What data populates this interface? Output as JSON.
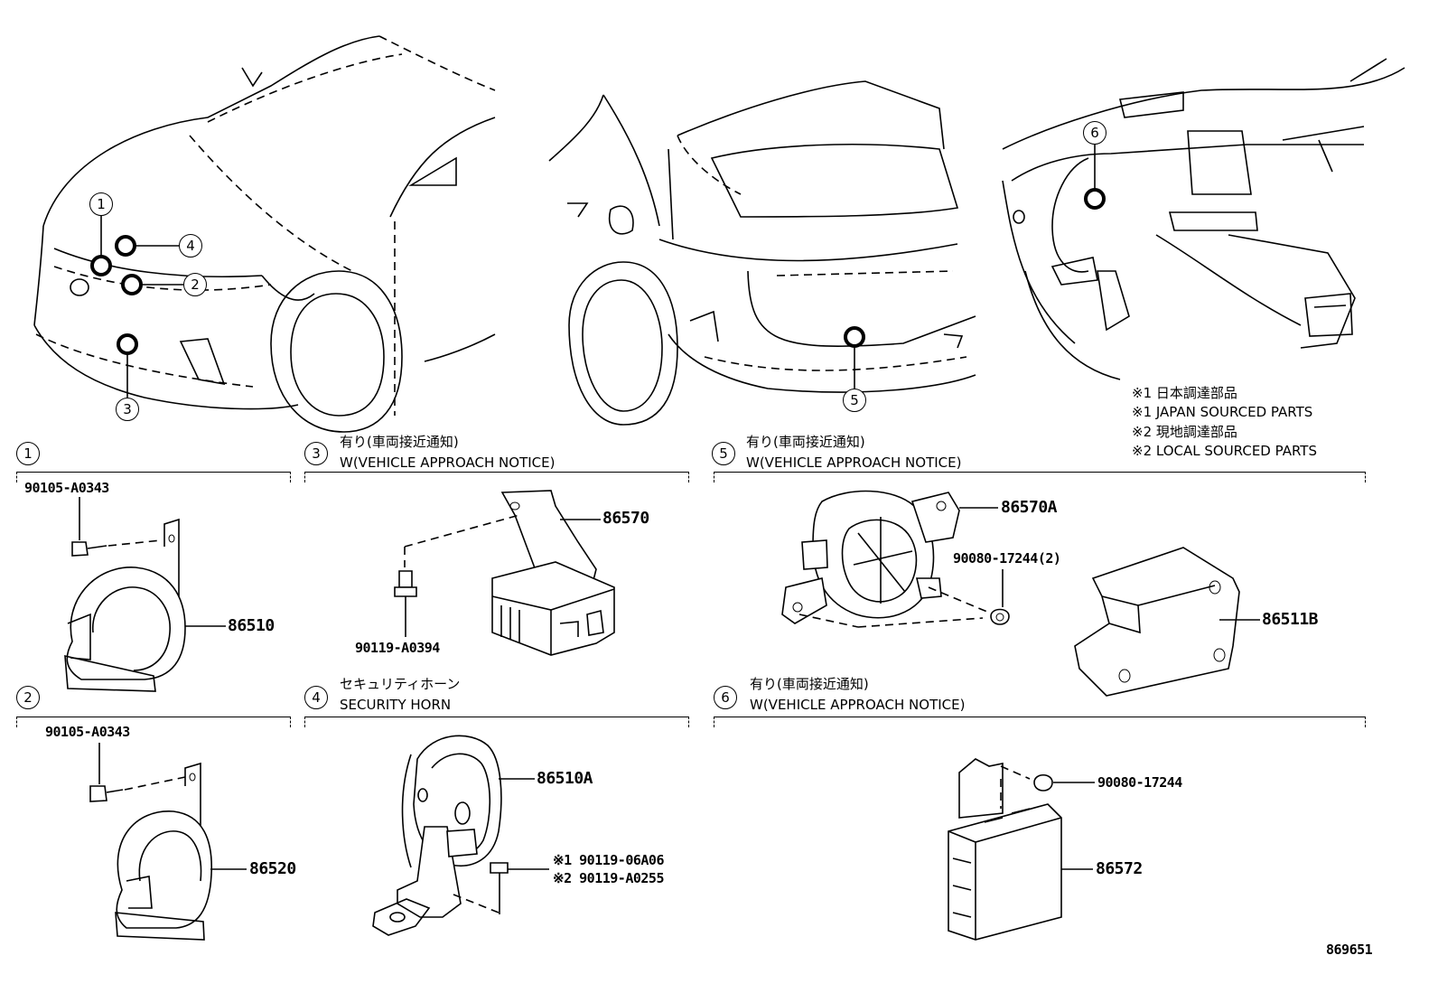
{
  "notes": {
    "n1_ja": "※1 日本調達部品",
    "n1_en": "※1 JAPAN SOURCED PARTS",
    "n2_ja": "※2 現地調達部品",
    "n2_en": "※2 LOCAL SOURCED PARTS"
  },
  "sections": {
    "s1": {
      "num": "1"
    },
    "s2": {
      "num": "2"
    },
    "s3": {
      "num": "3",
      "title_ja": "有り(車両接近通知)",
      "title_en": "W(VEHICLE APPROACH NOTICE)"
    },
    "s4": {
      "num": "4",
      "title_ja": "セキュリティホーン",
      "title_en": "SECURITY HORN"
    },
    "s5": {
      "num": "5",
      "title_ja": "有り(車両接近通知)",
      "title_en": "W(VEHICLE APPROACH NOTICE)"
    },
    "s6": {
      "num": "6",
      "title_ja": "有り(車両接近通知)",
      "title_en": "W(VEHICLE APPROACH NOTICE)"
    }
  },
  "callouts": {
    "c1": "1",
    "c2": "2",
    "c3": "3",
    "c4": "4",
    "c5": "5",
    "c6": "6"
  },
  "parts": {
    "p1_bolt": "90105-A0343",
    "p1_horn": "86510",
    "p2_bolt": "90105-A0343",
    "p2_horn": "86520",
    "p3_speaker": "86570",
    "p3_bolt": "90119-A0394",
    "p4_horn": "86510A",
    "p4_bolt1": "※1 90119-06A06",
    "p4_bolt2": "※2 90119-A0255",
    "p5_speaker": "86570A",
    "p5_nut": "90080-17244(2)",
    "p5_cover": "86511B",
    "p6_nut": "90080-17244",
    "p6_ecu": "86572"
  },
  "diagram_id": "869651"
}
